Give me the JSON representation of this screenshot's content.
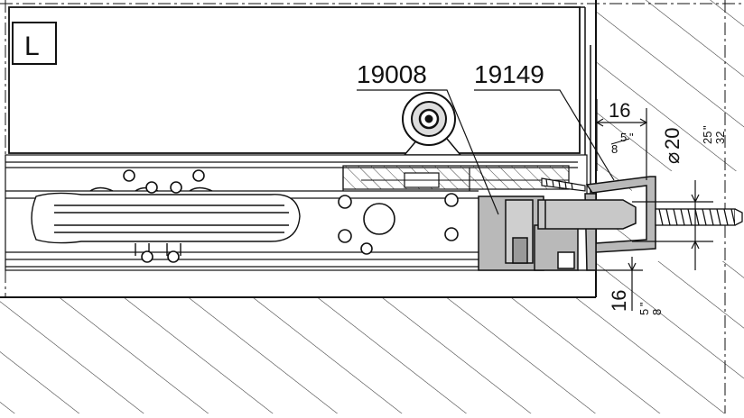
{
  "figure": {
    "label_box": "L",
    "part_numbers": [
      "19008",
      "19149"
    ],
    "dim_top": {
      "value": "16",
      "inch_num": "5",
      "inch_den": "8",
      "inch_mark": "\""
    },
    "dim_right": {
      "symbol": "⌀",
      "value": "20",
      "inch_num": "25",
      "inch_den": "32",
      "inch_mark": "\""
    },
    "dim_bottom": {
      "value": "16",
      "inch_num": "5",
      "inch_den": "8",
      "inch_mark": "\""
    }
  },
  "colors": {
    "line": "#111111",
    "gray_part": "#b9b9b9",
    "dark_gray": "#8a8a8a",
    "hatch": "#333333"
  }
}
